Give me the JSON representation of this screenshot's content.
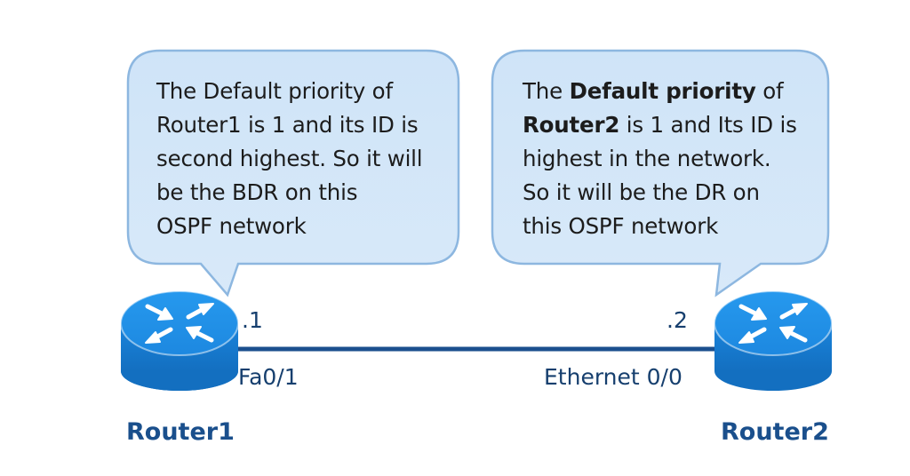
{
  "bubble_left": {
    "lines": [
      "The Default priority of",
      "Router1 is 1 and its ID is",
      "second highest. So it will",
      "be the BDR on this",
      "OSPF network"
    ]
  },
  "bubble_right": {
    "line1_pre": "The ",
    "line1_bold": "Default priority",
    "line1_post": " of",
    "line2_bold": "Router2",
    "line2_post": " is 1 and Its ID is",
    "line3": "highest in the network.",
    "line4": "So it will be the DR on",
    "line5": "this OSPF network"
  },
  "router1": {
    "name": "Router1",
    "interface": "Fa0/1",
    "ip_suffix": ".1"
  },
  "router2": {
    "name": "Router2",
    "interface": "Ethernet 0/0",
    "ip_suffix": ".2"
  },
  "colors": {
    "bubble_fill": "#d3e6f8",
    "bubble_stroke": "#8db7e0",
    "link": "#1b4f8e",
    "router_top": "#1f90e8",
    "router_side": "#1678cc",
    "label_text": "#1a4f8c"
  }
}
